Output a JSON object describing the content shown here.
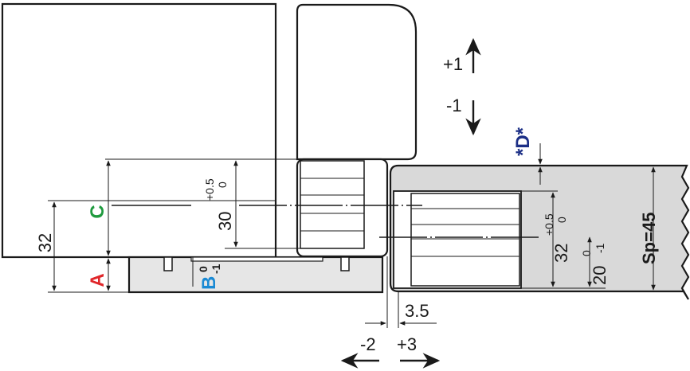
{
  "labels": {
    "a": "A",
    "b": "B",
    "b_sup": "0",
    "b_sub": "-1",
    "c": "C",
    "d": "*D*"
  },
  "dims": {
    "left_32": "32",
    "c30": "30",
    "c30_tol_up": "+0.5",
    "c30_tol_low": "0",
    "right_32": "32",
    "right_32_tol_up": "+0.5",
    "right_32_tol_low": "0",
    "right_20": "20",
    "right_20_tol_up": "0",
    "right_20_tol_low": "-1",
    "sp": "Sp=45",
    "gap_35": "3.5",
    "adj_minus2": "-2",
    "adj_plus3": "+3",
    "adj_plus1": "+1",
    "adj_minus1": "-1"
  },
  "colors": {
    "a": "#e0262a",
    "b": "#1a8ad4",
    "c": "#1f9a3e",
    "d": "#1c2f86",
    "line": "#1a1a1a",
    "fill_grey": "#d9d9d9"
  }
}
